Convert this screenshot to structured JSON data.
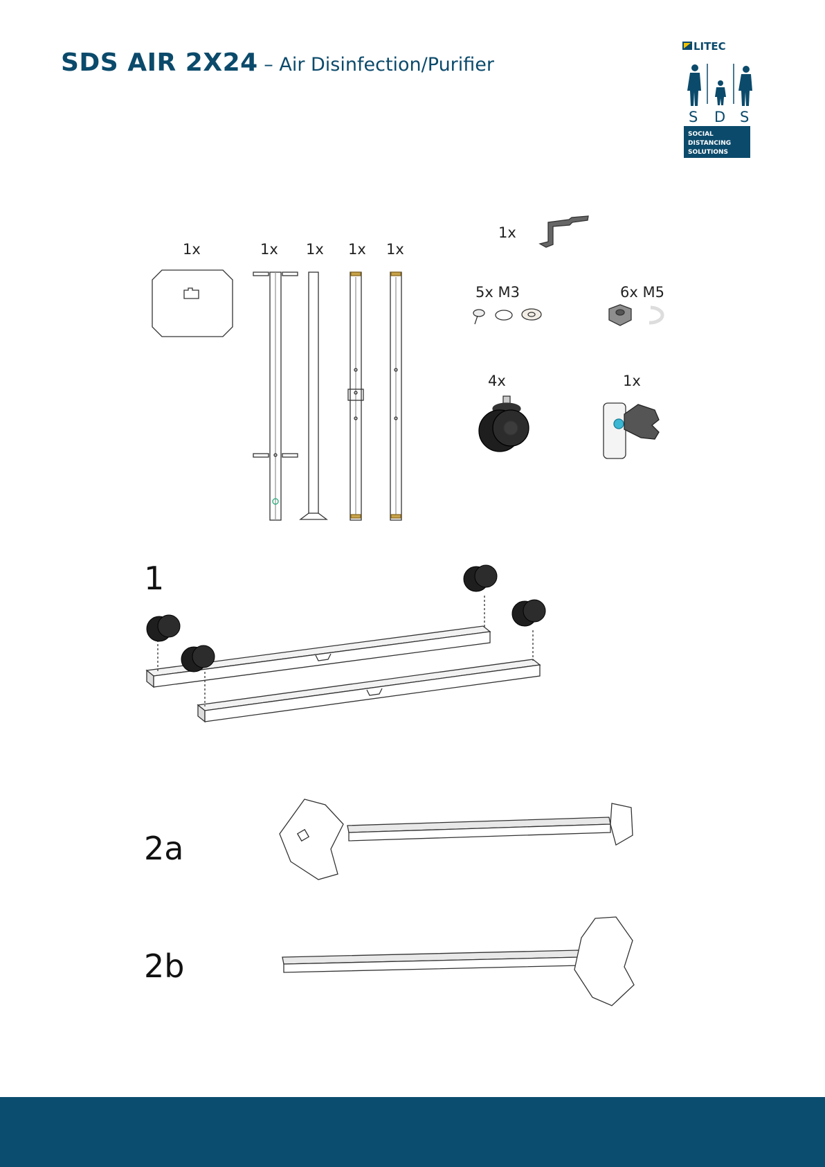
{
  "header": {
    "title_bold": "SDS AIR 2X24",
    "title_light": " – Air Disinfection/Purifier"
  },
  "logo": {
    "brand": "LITEC",
    "letters": [
      "S",
      "D",
      "S"
    ],
    "tagline_lines": [
      "SOCIAL",
      "DISTANCING",
      "SOLUTIONS"
    ],
    "brand_color": "#0b4a6b"
  },
  "parts": {
    "plate_qty": "1x",
    "profile_a_qty": "1x",
    "profile_b_qty": "1x",
    "profile_c_qty": "1x",
    "profile_d_qty": "1x",
    "wrench_qty": "1x",
    "m3_qty": "5x M3",
    "m5_qty": "6x M5",
    "caster_qty": "4x",
    "knob_qty": "1x"
  },
  "steps": {
    "step1": "1",
    "step2a": "2a",
    "step2b": "2b"
  },
  "footer": {
    "color": "#0b4d6e"
  }
}
